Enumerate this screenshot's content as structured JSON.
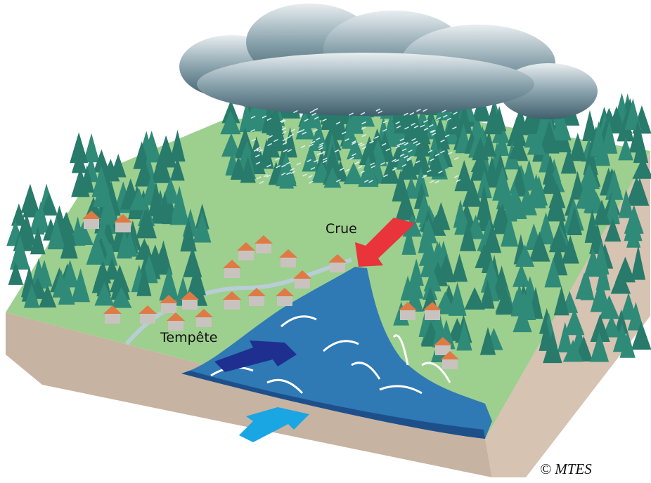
{
  "labels": {
    "crue": "Crue",
    "tempete": "Tempête"
  },
  "credit": "© MTES",
  "colors": {
    "terrain": "#9dcf8e",
    "forest": "#2f8a78",
    "water": "#2f79b5",
    "crue_arrow": "#e8343a",
    "tempete_arrow": "#1f2f8f",
    "sea_arrow": "#1aa5e3",
    "cloud": "#5f7f8c",
    "soil": "#c9b5a3"
  }
}
